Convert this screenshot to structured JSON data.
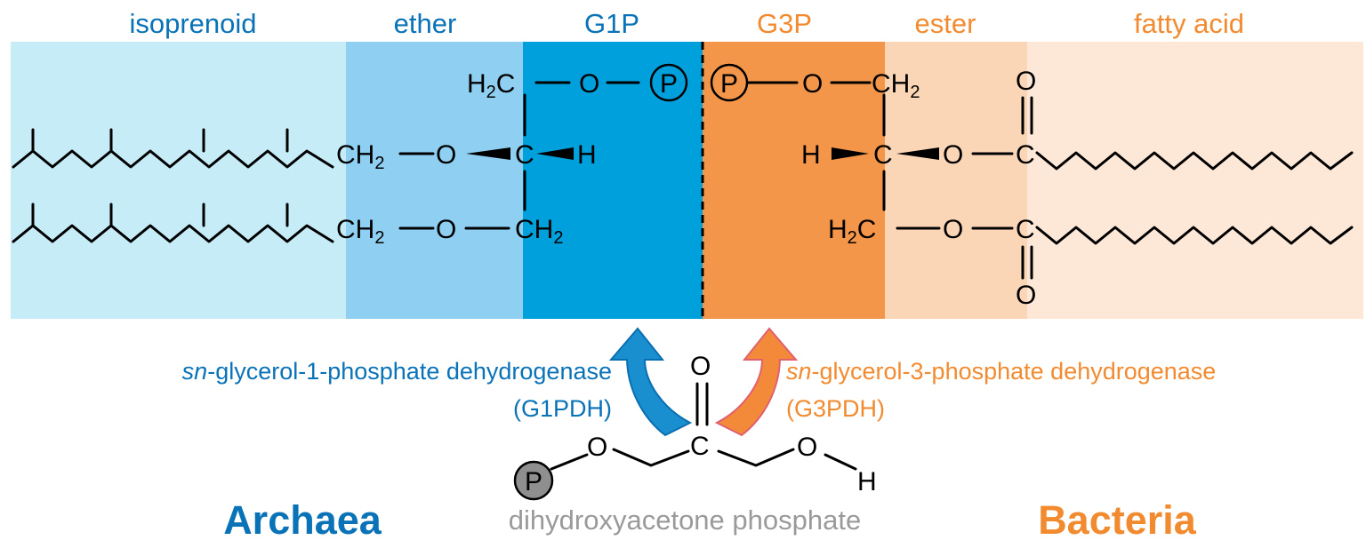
{
  "colors": {
    "archaea": "#0a73b8",
    "bacteria": "#f28b30",
    "gray": "#9a9a9a",
    "isoprenoid_bg": "#c6ecf8",
    "ether_bg": "#8fd0f2",
    "g1p_bg": "#00a0dc",
    "g3p_bg": "#f4964a",
    "ester_bg": "#fbd6b6",
    "fatty_acid_bg": "#fde8d8"
  },
  "headers": {
    "isoprenoid": "isoprenoid",
    "ether": "ether",
    "g1p": "G1P",
    "g3p": "G3P",
    "ester": "ester",
    "fatty_acid": "fatty acid"
  },
  "atoms": {
    "h": "H",
    "c": "C",
    "o": "O",
    "p": "P",
    "two": "2"
  },
  "enzymes": {
    "g1pdh_prefix": "sn",
    "g1pdh_name": "-glycerol-1-phosphate dehydrogenase",
    "g1pdh_abbr": "(G1PDH)",
    "g3pdh_prefix": "sn",
    "g3pdh_name": "-glycerol-3-phosphate dehydrogenase",
    "g3pdh_abbr": "(G3PDH)"
  },
  "labels": {
    "archaea": "Archaea",
    "substrate": "dihydroxyacetone phosphate",
    "bacteria": "Bacteria"
  }
}
